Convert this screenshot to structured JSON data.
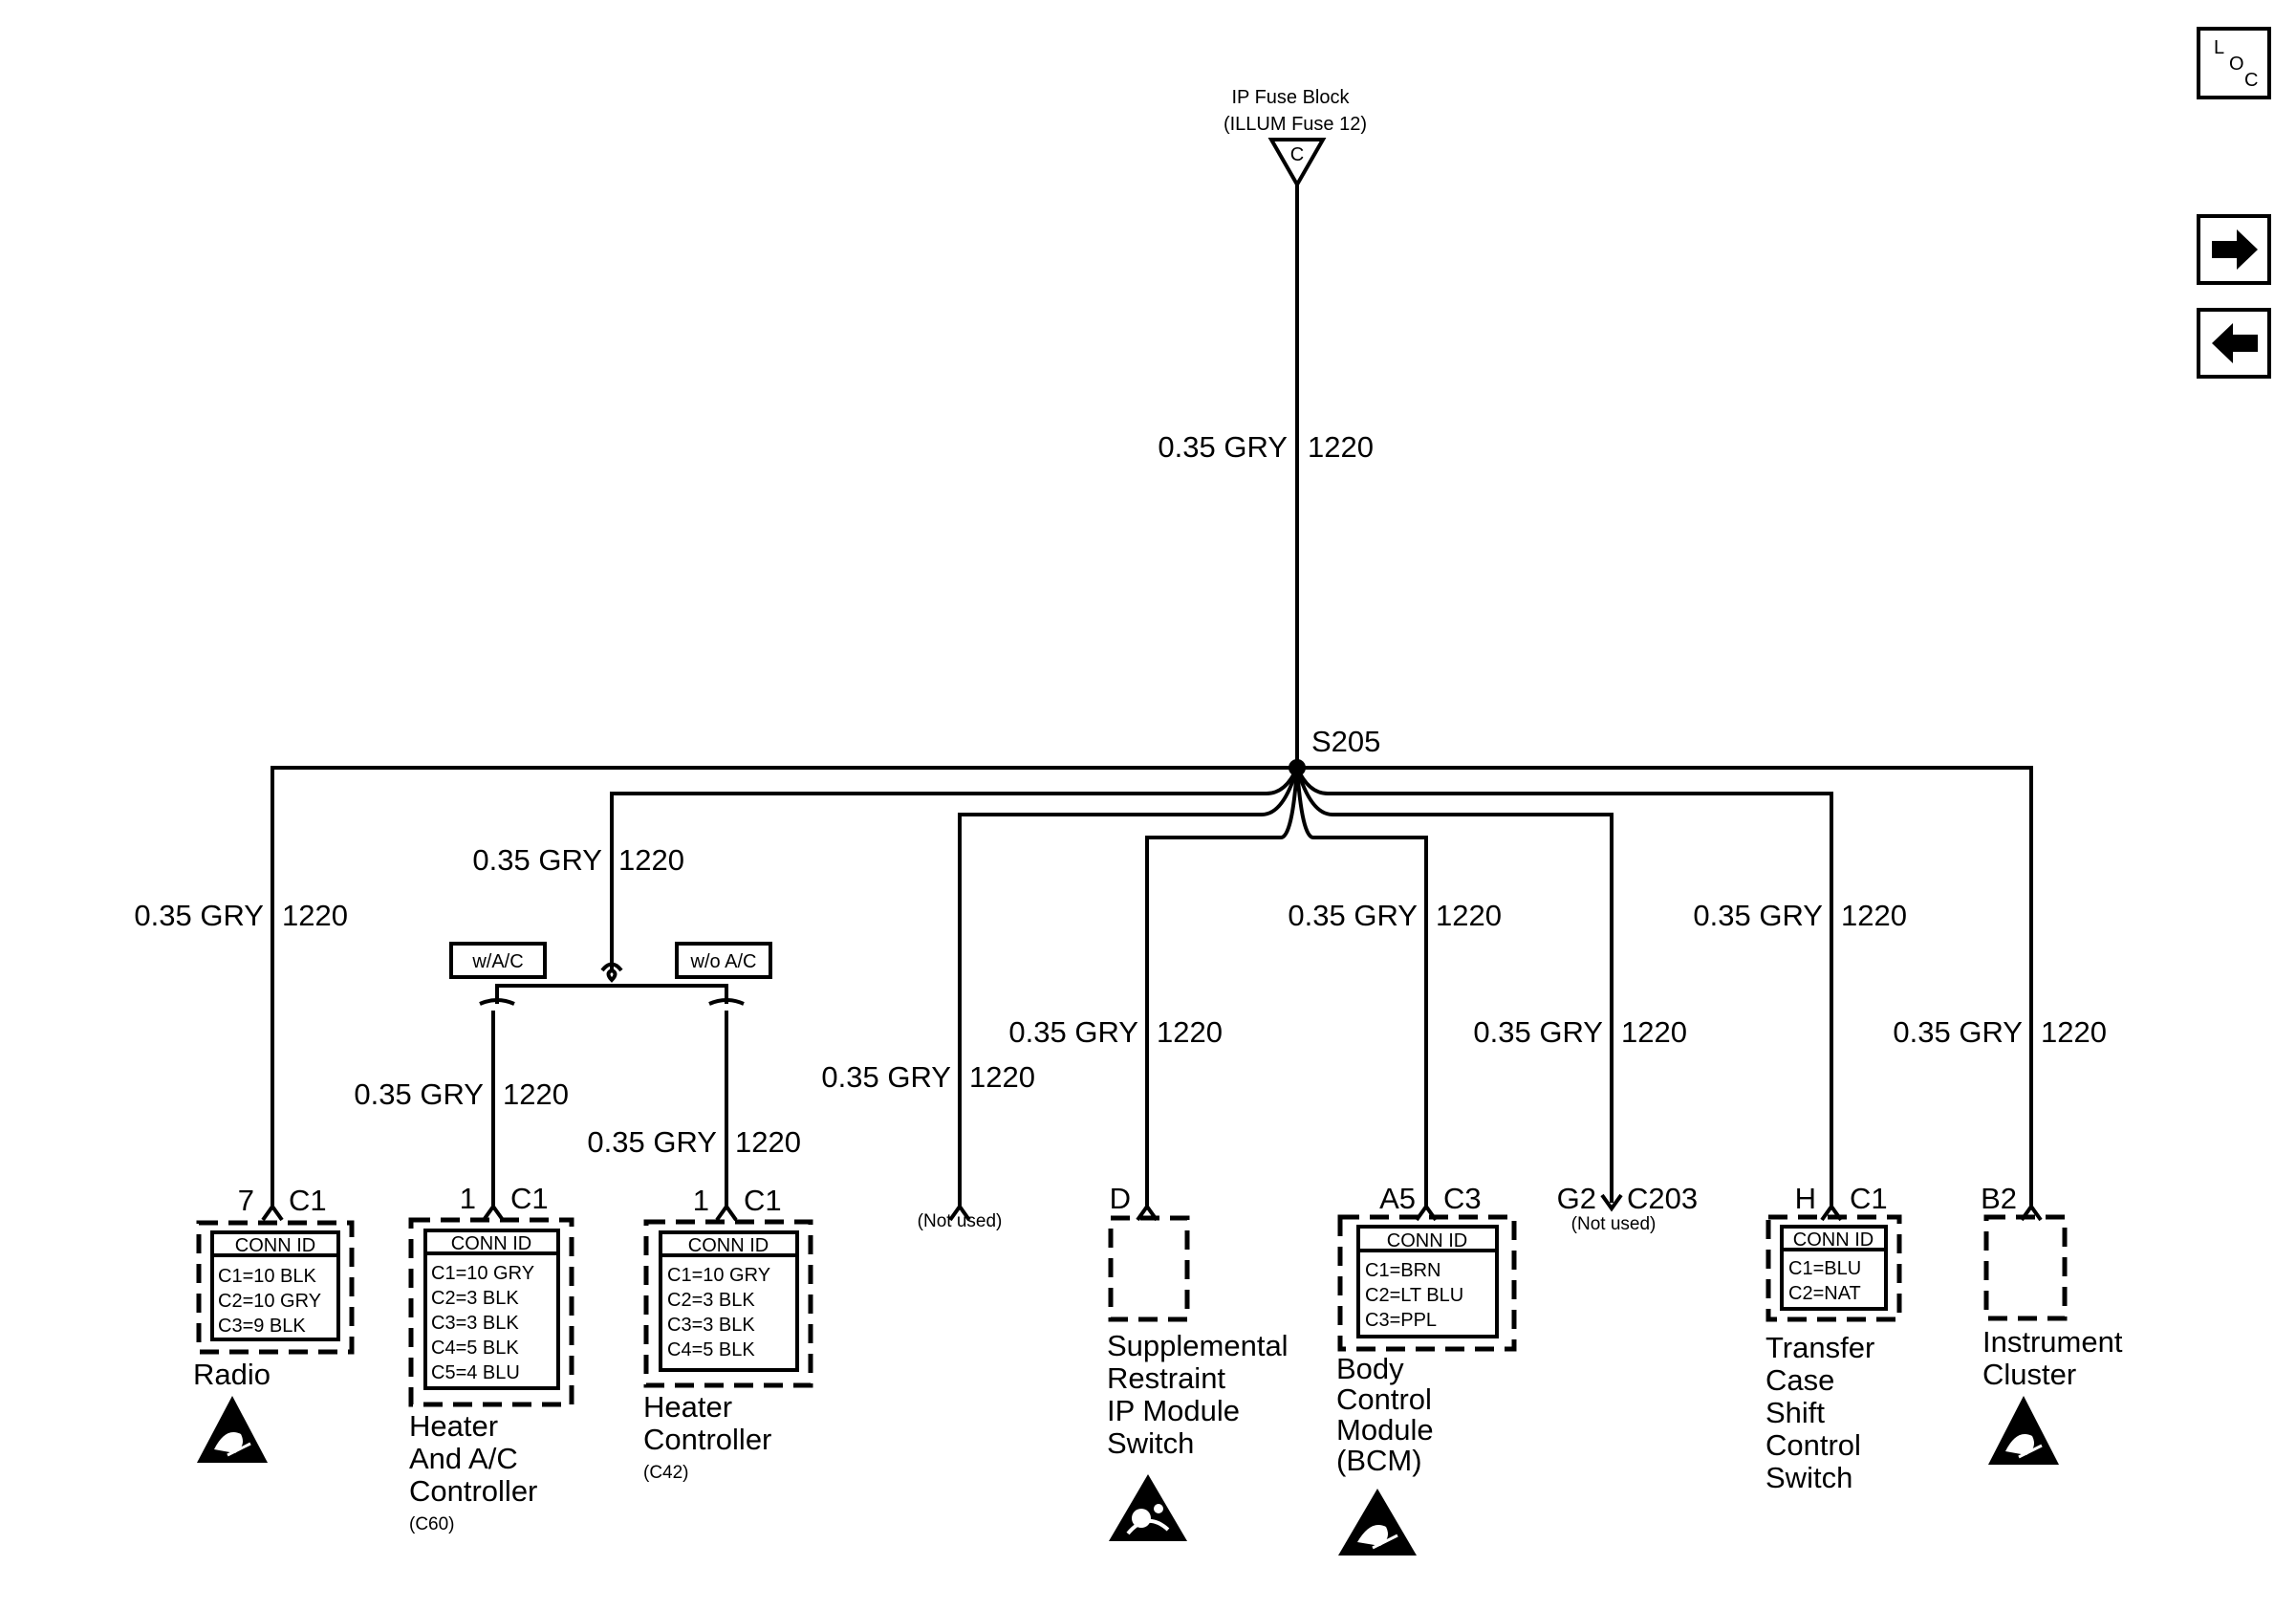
{
  "source": {
    "name": "IP Fuse Block",
    "fuse": "(ILLUM Fuse 12)",
    "terminal": "C"
  },
  "splice": "S205",
  "wire_label": "0.35 GRY",
  "wire_circuit": "1220",
  "option_tags": {
    "with_ac": "w/A/C",
    "without_ac": "w/o A/C"
  },
  "conn_id_header": "CONN ID",
  "not_used": "(Not used)",
  "components": {
    "radio": {
      "pin": "7",
      "conn": "C1",
      "ids": [
        "C1=10 BLK",
        "C2=10 GRY",
        "C3=9 BLK"
      ],
      "name": [
        "Radio"
      ]
    },
    "hvac_ac": {
      "pin": "1",
      "conn": "C1",
      "ids": [
        "C1=10 GRY",
        "C2=3 BLK",
        "C3=3 BLK",
        "C4=5 BLK",
        "C5=4 BLU"
      ],
      "name": [
        "Heater",
        "And A/C",
        "Controller"
      ],
      "code": "(C60)"
    },
    "heater": {
      "pin": "1",
      "conn": "C1",
      "ids": [
        "C1=10 GRY",
        "C2=3 BLK",
        "C3=3 BLK",
        "C4=5 BLK"
      ],
      "name": [
        "Heater",
        "Controller"
      ],
      "code": "(C42)"
    },
    "srs": {
      "pin": "D",
      "name": [
        "Supplemental",
        "Restraint",
        "IP Module",
        "Switch"
      ]
    },
    "bcm": {
      "pin": "A5",
      "conn": "C3",
      "ids": [
        "C1=BRN",
        "C2=LT BLU",
        "C3=PPL"
      ],
      "name": [
        "Body",
        "Control",
        "Module",
        "(BCM)"
      ]
    },
    "c203": {
      "pin": "G2",
      "conn": "C203"
    },
    "transfer_case": {
      "pin": "H",
      "conn": "C1",
      "ids": [
        "C1=BLU",
        "C2=NAT"
      ],
      "name": [
        "Transfer",
        "Case",
        "Shift",
        "Control",
        "Switch"
      ]
    },
    "cluster": {
      "pin": "B2",
      "name": [
        "Instrument",
        "Cluster"
      ]
    }
  },
  "nav": {
    "loc_top": "L",
    "loc_bottom": "O",
    "loc_sub": "C",
    "next_icon": "arrow-right-icon",
    "prev_icon": "arrow-left-icon"
  }
}
